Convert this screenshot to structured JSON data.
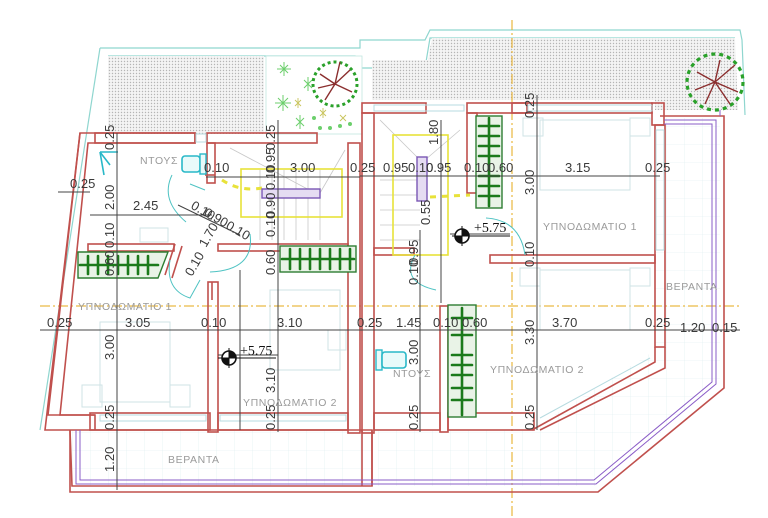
{
  "drawing": {
    "type": "architectural floor plan",
    "colors": {
      "walls": "#c0504d",
      "dimensions": "#3a3a3a",
      "room_labels": "#9a9a9a",
      "fixtures": "#4fc3c3",
      "wardrobes": "#2e7d32",
      "stair_markers": "#e8e23a",
      "axis_lines": "#e6a817",
      "railings": "#8a5cc7",
      "paving_hatch": "#cfcfcf",
      "vegetation": "#3cb043"
    },
    "rooms": {
      "bath_top": "ΝΤΟΥΣ",
      "bath_bottom": "ΝΤΟΥΣ",
      "bedroom_left_1": "ΥΠΝΟΔΩΜΑΤΙΟ 1",
      "bedroom_left_2": "ΥΠΝΟΔΩΜΑΤΙΟ 2",
      "bedroom_right_1": "ΥΠΝΟΔΩΜΑΤΙΟ 1",
      "bedroom_right_2": "ΥΠΝΟΔΩΜΑΤΙΟ 2",
      "veranda_bottom": "ΒΕΡΑΝΤΑ",
      "veranda_right": "ΒΕΡΑΝΤΑ"
    },
    "levels": {
      "left": "+5.75",
      "right": "+5.75"
    },
    "dimensions": {
      "top_left_wall": "0.25",
      "left_wall_side": "0.25",
      "bath_height": "2.00",
      "bath_width": "2.45",
      "left_partition": "0.10",
      "left_wardrobe": "0.60",
      "bath_door_wall": "0.10",
      "corridor_diag_a": "0.10",
      "corridor_diag_b": "0.90",
      "corridor_diag_c": "0.10",
      "corridor_1_70": "1.70",
      "corridor_0_10": "0.10",
      "stair_left_col_a": "0.25",
      "stair_left_col_b": "0.95",
      "stair_left_col_c": "0.10",
      "stair_left_col_d": "0.90",
      "stair_left_col_e": "0.10",
      "stair_left_col_f": "0.60",
      "stair_length": "3.00",
      "stair_mid_wall": "0.25",
      "stair_r_a": "0.95",
      "stair_r_b": "0.10",
      "stair_r_c": "0.95",
      "stair_r_d": "0.10",
      "stair_r_e": "0.60",
      "stair_top_height": "1.80",
      "stair_landing": "0.55",
      "hall_a": "0.10",
      "hall_b": "0.95",
      "right_top_wall": "0.25",
      "right_bed1_height": "3.00",
      "right_bed1_width": "3.15",
      "right_bed1_wall": "0.25",
      "right_mid_wall": "0.10",
      "row2_left_wall": "0.25",
      "row2_bed_left_w": "3.05",
      "row2_part_1": "0.10",
      "row2_bed_mid_w": "3.10",
      "row2_wall_2": "0.25",
      "row2_bath_w": "1.45",
      "row2_part_2": "0.10",
      "row2_ward_w": "0.60",
      "row2_bed_right_w": "3.70",
      "row2_wall_3": "0.25",
      "row2_veranda_w": "1.20",
      "row2_rail": "0.15",
      "left_bed_height": "3.00",
      "mid_bed_height": "3.10",
      "bath_bottom_height": "3.00",
      "right_bed2_height": "3.30",
      "bottom_wall_1": "0.25",
      "bottom_wall_2": "0.25",
      "bottom_wall_3": "0.25",
      "bottom_wall_4": "0.25",
      "veranda_depth": "1.20"
    }
  }
}
